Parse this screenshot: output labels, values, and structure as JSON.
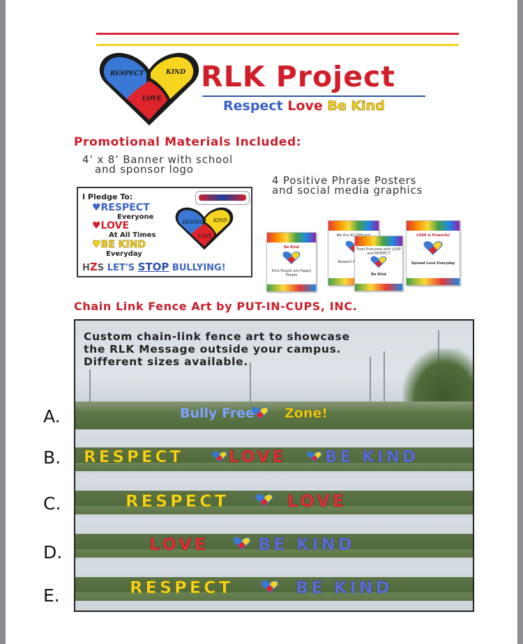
{
  "header": {
    "title": "RLK Project",
    "tagline": {
      "respect": "Respect",
      "love": "Love",
      "kind": "Be Kind"
    },
    "logo_heart": {
      "respect": "RESPECT",
      "kind": "KIND",
      "love": "LOVE"
    },
    "colors": {
      "red": "#d11f2a",
      "blue": "#3a63c7",
      "yellow": "#f3d321"
    }
  },
  "promo": {
    "heading": "Promotional Materials Included:",
    "banner_desc_1": "4’ x 8’ Banner with school",
    "banner_desc_2": "and sponsor logo",
    "posters_desc_1": "4 Positive Phrase Posters",
    "posters_desc_2": "and social media graphics"
  },
  "banner": {
    "pledge": "I Pledge To:",
    "respect": "♥RESPECT",
    "respect_sub": "Everyone",
    "love": "♥LOVE",
    "love_sub": "At All Times",
    "kind": "♥BE KIND",
    "kind_sub": "Everyday",
    "footer_prefix": "H",
    "footer_z": "Z",
    "footer_s": "S",
    "footer": "LET'S STOP BULLYING!",
    "footer_let": "LET'S",
    "footer_stop": "STOP",
    "footer_bullying": "BULLYING!",
    "heart": {
      "respect": "RESPECT",
      "kind": "KIND",
      "love": "LOVE"
    }
  },
  "posters": [
    {
      "title": "Be Kind",
      "sub": "Kind People are Happy People"
    },
    {
      "title": "We Are All Different",
      "sub": "Respect Everyone"
    },
    {
      "title": "Treat Everyone with LOVE and RESPECT",
      "sub": "Be Kind"
    },
    {
      "title": "LOVE is Powerful",
      "sub": "Spread Love Everyday"
    }
  ],
  "fence": {
    "heading": "Chain Link Fence Art by PUT-IN-CUPS, INC.",
    "caption_1": "Custom chain-link fence art to showcase",
    "caption_2": "the RLK Message outside your campus.",
    "caption_3": "Different sizes available.",
    "options": [
      {
        "letter": "A.",
        "words": [
          "Bully Free",
          "Zone!"
        ]
      },
      {
        "letter": "B.",
        "words": [
          "RESPECT",
          "LOVE",
          "BE KIND"
        ]
      },
      {
        "letter": "C.",
        "words": [
          "RESPECT",
          "LOVE"
        ]
      },
      {
        "letter": "D.",
        "words": [
          "LOVE",
          "BE KIND"
        ]
      },
      {
        "letter": "E.",
        "words": [
          "RESPECT",
          "BE KIND"
        ]
      }
    ]
  }
}
